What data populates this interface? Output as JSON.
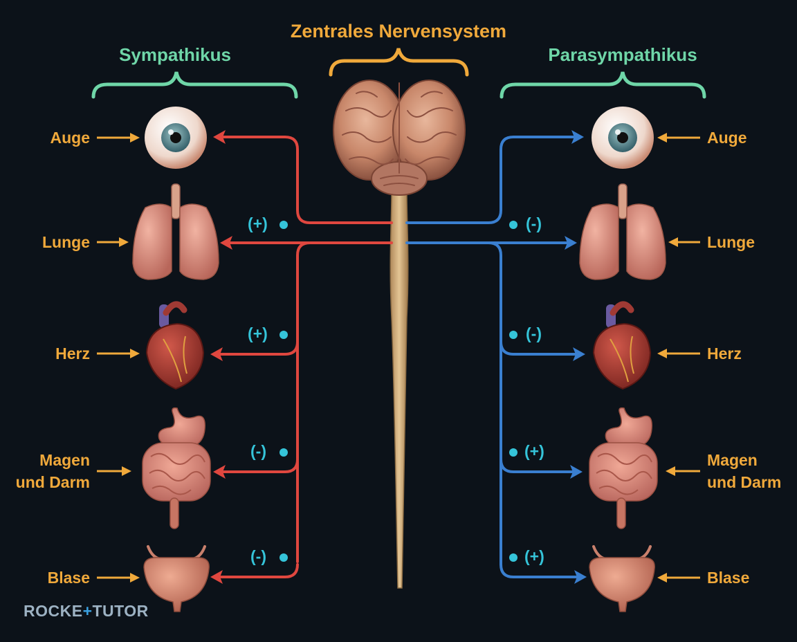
{
  "titles": {
    "center": "Zentrales Nervensystem",
    "left": "Sympathikus",
    "right": "Parasympathikus"
  },
  "organs": {
    "eye": "Auge",
    "lung": "Lunge",
    "heart": "Herz",
    "gut": [
      "Magen",
      "und Darm"
    ],
    "bladder": "Blase"
  },
  "sympathetic_effects": {
    "lung": "(+)",
    "heart": "(+)",
    "gut": "(-)",
    "bladder": "(-)"
  },
  "parasympathetic_effects": {
    "lung": "(-)",
    "heart": "(-)",
    "gut": "(+)",
    "bladder": "(+)"
  },
  "logo": {
    "part1": "ROCKE",
    "plus": "+",
    "part2": "TUTOR"
  },
  "colors": {
    "background": "#0c1219",
    "sympathetic_line": "#e0473f",
    "parasympathetic_line": "#3a7fd0",
    "label": "#f0a93b",
    "title_side": "#6fd6a8",
    "effect": "#35c4d9"
  }
}
